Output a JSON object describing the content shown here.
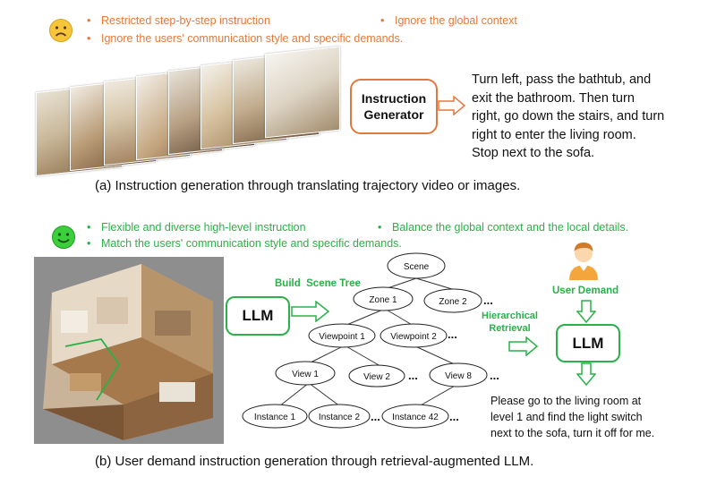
{
  "top": {
    "bullets": [
      "Restricted step-by-step instruction",
      "Ignore the global context",
      "Ignore the users' communication style and specific demands."
    ],
    "generator_label": "Instruction Generator",
    "output_text": "Turn left, pass the bathtub, and\nexit the bathroom. Then turn\nright, go down the stairs, and turn\nright to enter the living room.\nStop next to the sofa.",
    "caption": "(a) Instruction generation through translating trajectory video or images."
  },
  "bottom": {
    "bullets": [
      "Flexible and diverse high-level instruction",
      "Balance the global context and the local details.",
      "Match the users' communication style and specific demands."
    ],
    "llm_left": "LLM",
    "build_label": "Build  Scene Tree",
    "tree": {
      "scene": "Scene",
      "zone1": "Zone 1",
      "zone2": "Zone 2",
      "viewpoint1": "Viewpoint 1",
      "viewpoint2": "Viewpoint 2",
      "view1": "View 1",
      "view2": "View 2",
      "view8": "View 8",
      "instance1": "Instance 1",
      "instance2": "Instance 2",
      "instance42": "Instance 42",
      "ellipsis": "..."
    },
    "retrieval_label": "Hierarchical\nRetrieval",
    "user_demand": "User Demand",
    "llm_right": "LLM",
    "output_text": "Please go to the living room at\nlevel 1 and find the light switch\nnext to the sofa, turn it off for me.",
    "caption": "(b) User demand instruction generation through retrieval-augmented LLM."
  },
  "colors": {
    "orange": "#e07a3c",
    "green": "#2bb04a"
  },
  "icons": [
    "sad-face-icon",
    "smile-face-icon",
    "user-icon",
    "arrow-right-icon",
    "arrow-down-icon"
  ]
}
